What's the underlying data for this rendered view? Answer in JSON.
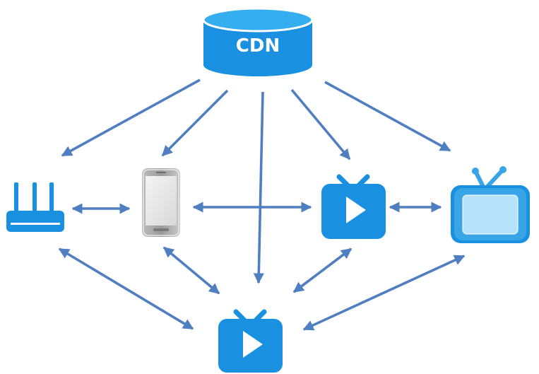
{
  "nodes": {
    "cdn": {
      "label": "CDN",
      "icon": "database-cylinder-icon"
    },
    "router": {
      "icon": "router-icon"
    },
    "phone": {
      "icon": "smartphone-icon"
    },
    "tv_box": {
      "icon": "tv-play-icon"
    },
    "television": {
      "icon": "television-icon"
    },
    "tv_box_bottom": {
      "icon": "tv-play-icon"
    }
  },
  "edges": [
    {
      "from": "cdn",
      "to": "router",
      "direction": "one-way"
    },
    {
      "from": "cdn",
      "to": "phone",
      "direction": "one-way"
    },
    {
      "from": "cdn",
      "to": "tv_box_bottom",
      "direction": "one-way"
    },
    {
      "from": "cdn",
      "to": "tv_box",
      "direction": "one-way"
    },
    {
      "from": "cdn",
      "to": "television",
      "direction": "one-way"
    },
    {
      "from": "router",
      "to": "phone",
      "direction": "two-way"
    },
    {
      "from": "phone",
      "to": "tv_box",
      "direction": "two-way"
    },
    {
      "from": "tv_box",
      "to": "television",
      "direction": "two-way"
    },
    {
      "from": "router",
      "to": "tv_box_bottom",
      "direction": "two-way"
    },
    {
      "from": "phone",
      "to": "tv_box_bottom",
      "direction": "two-way"
    },
    {
      "from": "tv_box",
      "to": "tv_box_bottom",
      "direction": "two-way"
    },
    {
      "from": "television",
      "to": "tv_box_bottom",
      "direction": "two-way"
    }
  ],
  "colors": {
    "arrow": "#4f7fc0",
    "icon_blue": "#1a90e0",
    "cdn_top": "#35aef0",
    "tv_frame": "#3aa5e6",
    "tv_screen": "#b6e3fb"
  }
}
